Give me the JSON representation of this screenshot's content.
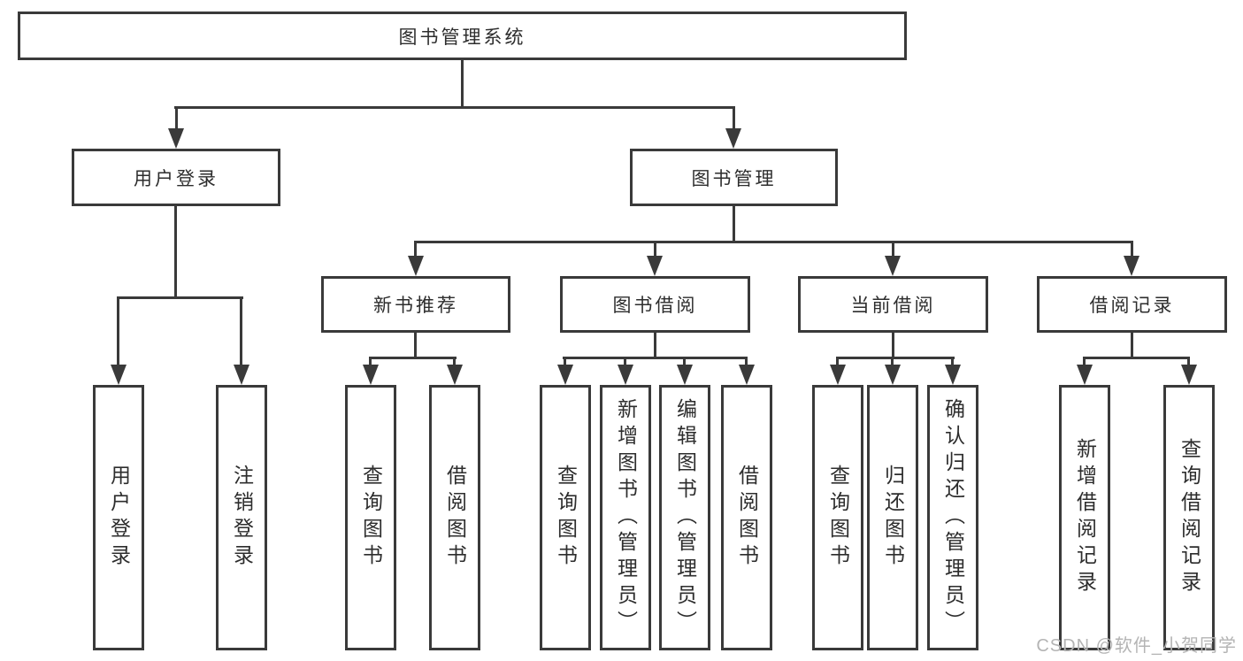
{
  "diagram": {
    "type": "feature-tree",
    "root": {
      "label": "图书管理系统"
    },
    "level1": [
      {
        "label": "用户登录"
      },
      {
        "label": "图书管理"
      }
    ],
    "level2": [
      {
        "label": "新书推荐",
        "parent": "图书管理"
      },
      {
        "label": "图书借阅",
        "parent": "图书管理"
      },
      {
        "label": "当前借阅",
        "parent": "图书管理"
      },
      {
        "label": "借阅记录",
        "parent": "图书管理"
      }
    ],
    "leaves": [
      {
        "label": "用户登录",
        "parent": "用户登录"
      },
      {
        "label": "注销登录",
        "parent": "用户登录"
      },
      {
        "label": "查询图书",
        "parent": "新书推荐"
      },
      {
        "label": "借阅图书",
        "parent": "新书推荐"
      },
      {
        "label": "查询图书",
        "parent": "图书借阅"
      },
      {
        "label": "新增图书（管理员）",
        "parent": "图书借阅"
      },
      {
        "label": "编辑图书（管理员）",
        "parent": "图书借阅"
      },
      {
        "label": "借阅图书",
        "parent": "图书借阅"
      },
      {
        "label": "查询图书",
        "parent": "当前借阅"
      },
      {
        "label": "归还图书",
        "parent": "当前借阅"
      },
      {
        "label": "确认归还（管理员）",
        "parent": "当前借阅"
      },
      {
        "label": "新增借阅记录",
        "parent": "借阅记录"
      },
      {
        "label": "查询借阅记录",
        "parent": "借阅记录"
      }
    ],
    "colors": {
      "line": "#3a3a3a",
      "text": "#2d2d2d",
      "watermark": "#b4b4b4",
      "background": "#ffffff"
    }
  },
  "watermark": {
    "text": "CSDN @软件_小贺同学"
  }
}
